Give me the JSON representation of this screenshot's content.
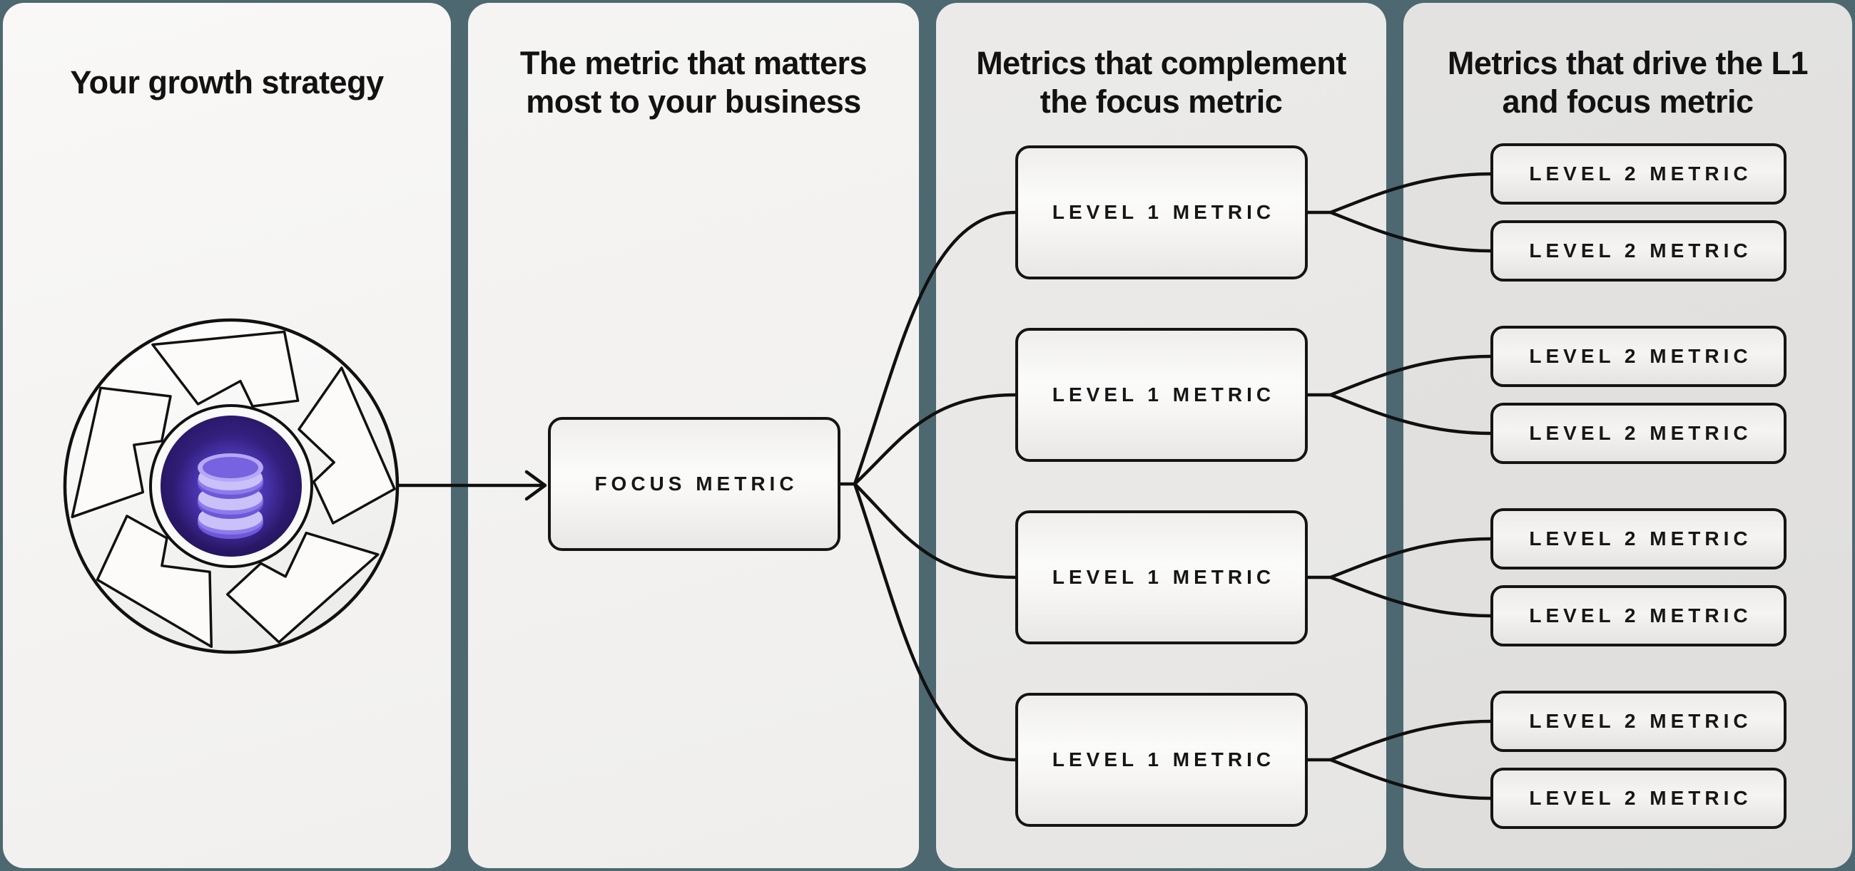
{
  "diagram": {
    "description": "Growth strategy metrics tree diagram"
  },
  "columns": [
    {
      "title": "Your growth strategy"
    },
    {
      "title": "The metric that matters most to your business"
    },
    {
      "title": "Metrics that complement the focus metric"
    },
    {
      "title": "Metrics that drive the L1 and focus metric"
    }
  ],
  "flywheel": {
    "icon": "flywheel-database-icon"
  },
  "focus": {
    "label": "FOCUS METRIC"
  },
  "level1": [
    {
      "label": "LEVEL 1 METRIC"
    },
    {
      "label": "LEVEL 1 METRIC"
    },
    {
      "label": "LEVEL 1 METRIC"
    },
    {
      "label": "LEVEL 1 METRIC"
    }
  ],
  "level2": [
    {
      "label": "LEVEL 2 METRIC"
    },
    {
      "label": "LEVEL 2 METRIC"
    },
    {
      "label": "LEVEL 2 METRIC"
    },
    {
      "label": "LEVEL 2 METRIC"
    },
    {
      "label": "LEVEL 2 METRIC"
    },
    {
      "label": "LEVEL 2 METRIC"
    },
    {
      "label": "LEVEL 2 METRIC"
    },
    {
      "label": "LEVEL 2 METRIC"
    }
  ],
  "colors": {
    "background": "#4d6870",
    "line": "#101010",
    "panel_light": "#f4f3f1",
    "panel_mid": "#e9e8e6",
    "panel_dark": "#e1e0de",
    "db_circle": "#2b1a6b",
    "db_disc_light": "#cbc1f9",
    "db_disc_mid": "#8d7bee"
  }
}
